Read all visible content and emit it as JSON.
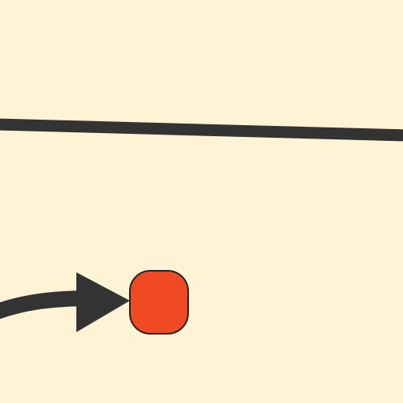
{
  "colors": {
    "background": "#fff3d6",
    "connector": "#333333",
    "node_fill": "#f04a24",
    "node_stroke": "#222222"
  },
  "diagram": {
    "connectors": [
      {
        "id": "upper-connector",
        "kind": "line"
      },
      {
        "id": "curved-arrow",
        "kind": "arrow",
        "target": "node"
      }
    ],
    "nodes": [
      {
        "id": "node",
        "shape": "rounded-square"
      }
    ]
  }
}
